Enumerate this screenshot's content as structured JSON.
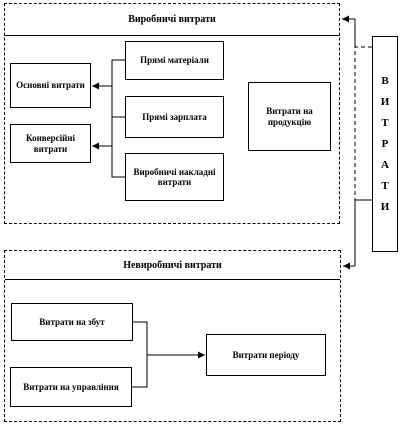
{
  "production_group": {
    "title": "Виробничі витрати",
    "direct_materials": "Прямі матеріали",
    "direct_labor": "Прямі зарплата",
    "overhead": "Виробничі накладні витрати",
    "prime_costs": "Основні витрати",
    "conversion_costs": "Конверсійні витрати",
    "product_costs": "Витрати на продукцію"
  },
  "nonproduction_group": {
    "title": "Невиробничі витрати",
    "selling_costs": "Витрати на збут",
    "admin_costs": "Витрати на управління",
    "period_costs": "Витрати періоду"
  },
  "side_label": {
    "letters": [
      "В",
      "И",
      "Т",
      "Р",
      "А",
      "Т",
      "И"
    ]
  }
}
